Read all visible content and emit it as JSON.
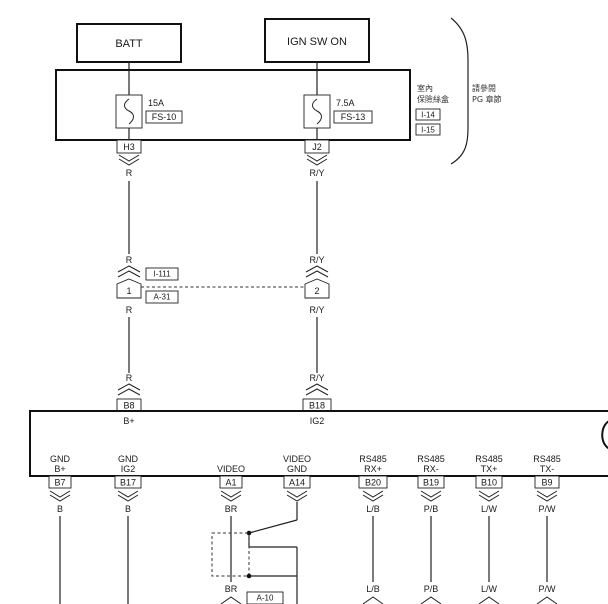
{
  "batt_label": "BATT",
  "ign_label": "IGN SW ON",
  "fuse_box_label_1": "室內",
  "fuse_box_label_2": "保險絲盒",
  "ref_label_1": "請參閱",
  "ref_label_2": "PG 章節",
  "fuse1": {
    "amp": "15A",
    "name": "FS-10",
    "pin": "H3",
    "wire": "R"
  },
  "fuse2": {
    "amp": "7.5A",
    "name": "FS-13",
    "pin": "J2",
    "wire": "R/Y"
  },
  "fuse_connectors": [
    "I-14",
    "I-15"
  ],
  "joint": {
    "left_pin": "1",
    "right_pin": "2",
    "left_wire": "R",
    "right_wire": "R/Y",
    "conn_top": "I-111",
    "conn_bottom": "A-31"
  },
  "module_top": {
    "left_pin": "B8",
    "left_name": "B+",
    "right_pin": "B18",
    "right_name": "IG2",
    "left_wire": "R",
    "right_wire": "R/Y"
  },
  "bottom_pins": [
    {
      "name1": "GND",
      "name2": "B+",
      "pin": "B7",
      "wire": "B"
    },
    {
      "name1": "GND",
      "name2": "IG2",
      "pin": "B17",
      "wire": "B"
    },
    {
      "name1": "",
      "name2": "VIDEO",
      "pin": "A1",
      "wire": "BR"
    },
    {
      "name1": "VIDEO",
      "name2": "GND",
      "pin": "A14",
      "wire": ""
    },
    {
      "name1": "RS485",
      "name2": "RX+",
      "pin": "B20",
      "wire": "L/B"
    },
    {
      "name1": "RS485",
      "name2": "RX-",
      "pin": "B19",
      "wire": "P/B"
    },
    {
      "name1": "RS485",
      "name2": "TX+",
      "pin": "B10",
      "wire": "L/W"
    },
    {
      "name1": "RS485",
      "name2": "TX-",
      "pin": "B9",
      "wire": "P/W"
    }
  ],
  "lower_wires": [
    "BR",
    "L/B",
    "P/B",
    "L/W",
    "P/W"
  ],
  "video_connector": "A-10"
}
